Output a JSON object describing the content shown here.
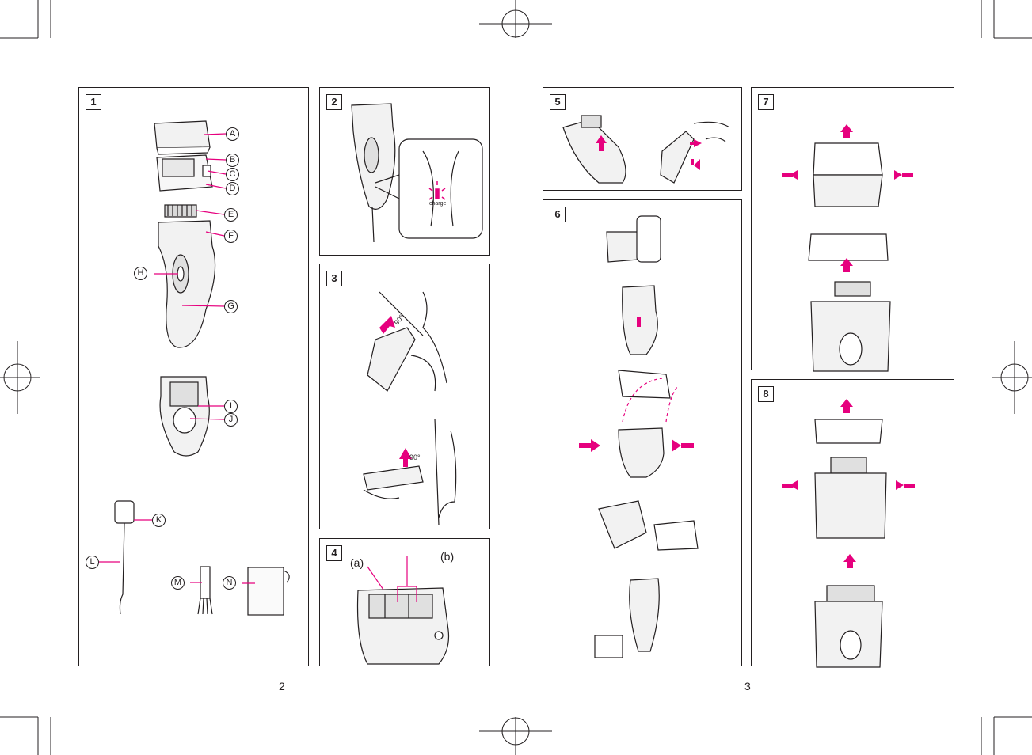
{
  "pages": {
    "left": "2",
    "right": "3"
  },
  "colors": {
    "accent": "#e6007e",
    "line": "#231f20"
  },
  "panels": {
    "p1": {
      "number": "1",
      "labels": [
        "A",
        "B",
        "C",
        "D",
        "E",
        "F",
        "G",
        "H",
        "I",
        "J",
        "K",
        "L",
        "M",
        "N"
      ]
    },
    "p2": {
      "number": "2",
      "led_text": "charge"
    },
    "p3": {
      "number": "3",
      "angle_top": "90°",
      "angle_bottom": "90°"
    },
    "p4": {
      "number": "4",
      "label_a": "(a)",
      "label_b": "(b)"
    },
    "p5": {
      "number": "5"
    },
    "p6": {
      "number": "6"
    },
    "p7": {
      "number": "7"
    },
    "p8": {
      "number": "8"
    }
  }
}
